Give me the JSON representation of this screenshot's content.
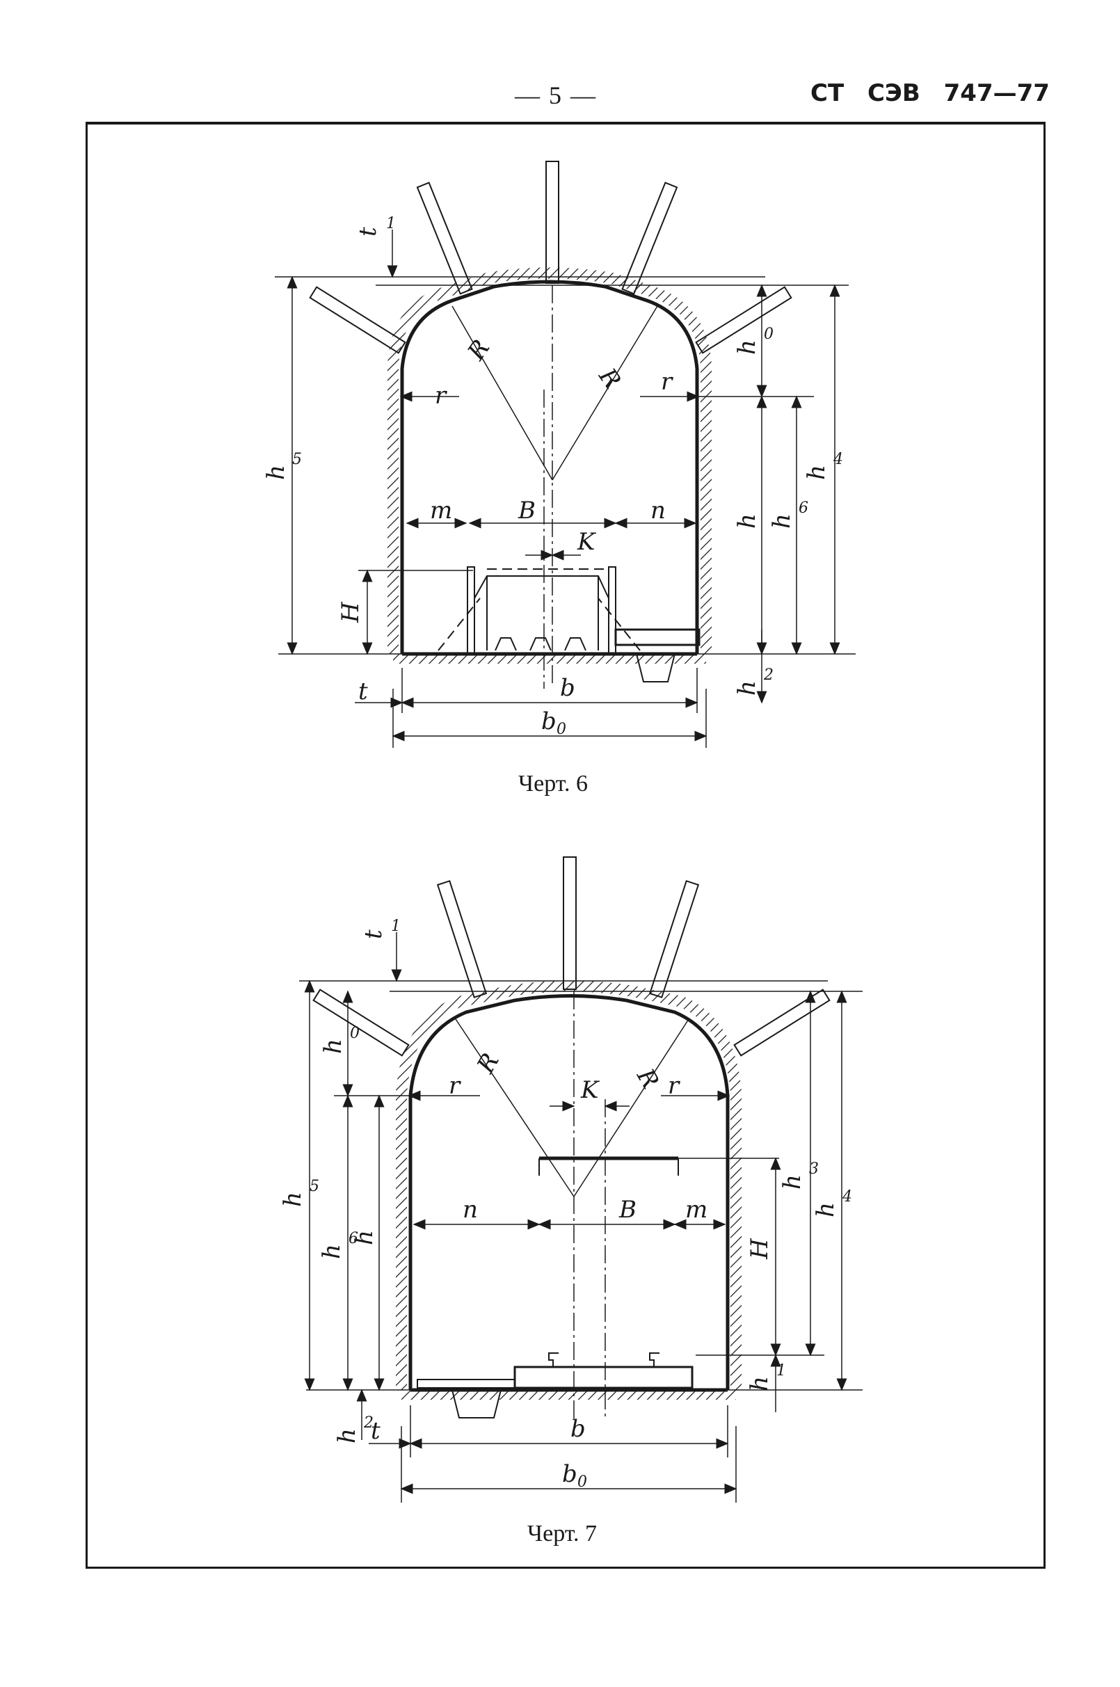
{
  "header": {
    "page_number": "— 5 —",
    "standard_code": "СТ СЭВ 747—77"
  },
  "figures": [
    {
      "caption": "Черт. 6",
      "labels": {
        "t1": "t",
        "r_left": "r",
        "r_right": "r",
        "R_left": "R",
        "R_right": "R",
        "h0": "h",
        "h4": "h",
        "h5": "h",
        "h": "h",
        "h6": "h",
        "h2": "h",
        "m": "m",
        "B": "B",
        "n": "n",
        "K": "K",
        "H": "H",
        "t": "t",
        "b": "b",
        "b0": "b"
      },
      "subscripts": {
        "t1": "1",
        "h0": "0",
        "h4": "4",
        "h5": "5",
        "h6": "6",
        "h2": "2",
        "b0": "0"
      }
    },
    {
      "caption": "Черт. 7",
      "labels": {
        "t1": "t",
        "r_left": "r",
        "r_right": "r",
        "R_left": "R",
        "R_right": "R",
        "h0": "h",
        "h5": "h",
        "h6": "h",
        "h": "h",
        "K": "K",
        "n": "n",
        "B": "B",
        "m": "m",
        "h3": "h",
        "h4": "h",
        "H": "H",
        "h1": "h",
        "h2": "h",
        "t": "t",
        "b": "b",
        "b0": "b"
      },
      "subscripts": {
        "t1": "1",
        "h0": "0",
        "h5": "5",
        "h6": "6",
        "h3": "3",
        "h4": "4",
        "h1": "1",
        "h2": "2",
        "b0": "0"
      }
    }
  ]
}
